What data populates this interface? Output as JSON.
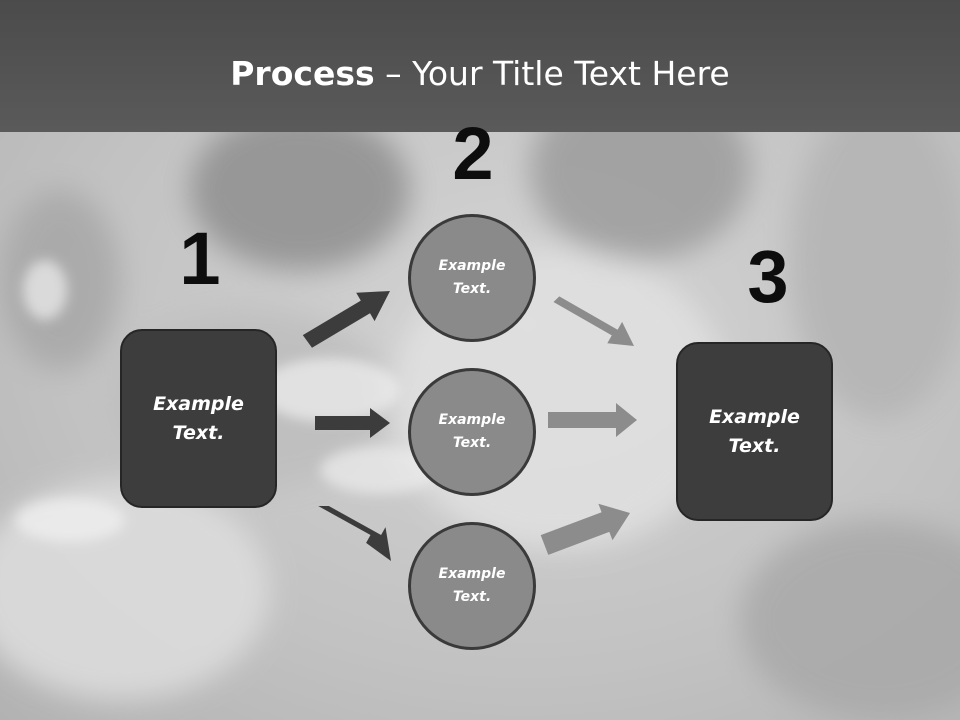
{
  "slide": {
    "title_bold": "Process",
    "title_rest": " – Your Title Text Here"
  },
  "steps": [
    {
      "number": "1",
      "line1": "Example",
      "line2": "Text."
    },
    {
      "number": "2"
    },
    {
      "number": "3",
      "line1": "Example",
      "line2": "Text."
    }
  ],
  "circles": [
    {
      "line1": "Example",
      "line2": "Text."
    },
    {
      "line1": "Example",
      "line2": "Text."
    },
    {
      "line1": "Example",
      "line2": "Text."
    }
  ],
  "colors": {
    "title_bar": "#4b4b4b",
    "box_fill": "#3d3d3d",
    "circle_fill": "#8a8a8a",
    "dark_arrow": "#3c3c3c",
    "light_arrow": "#8c8c8c"
  }
}
